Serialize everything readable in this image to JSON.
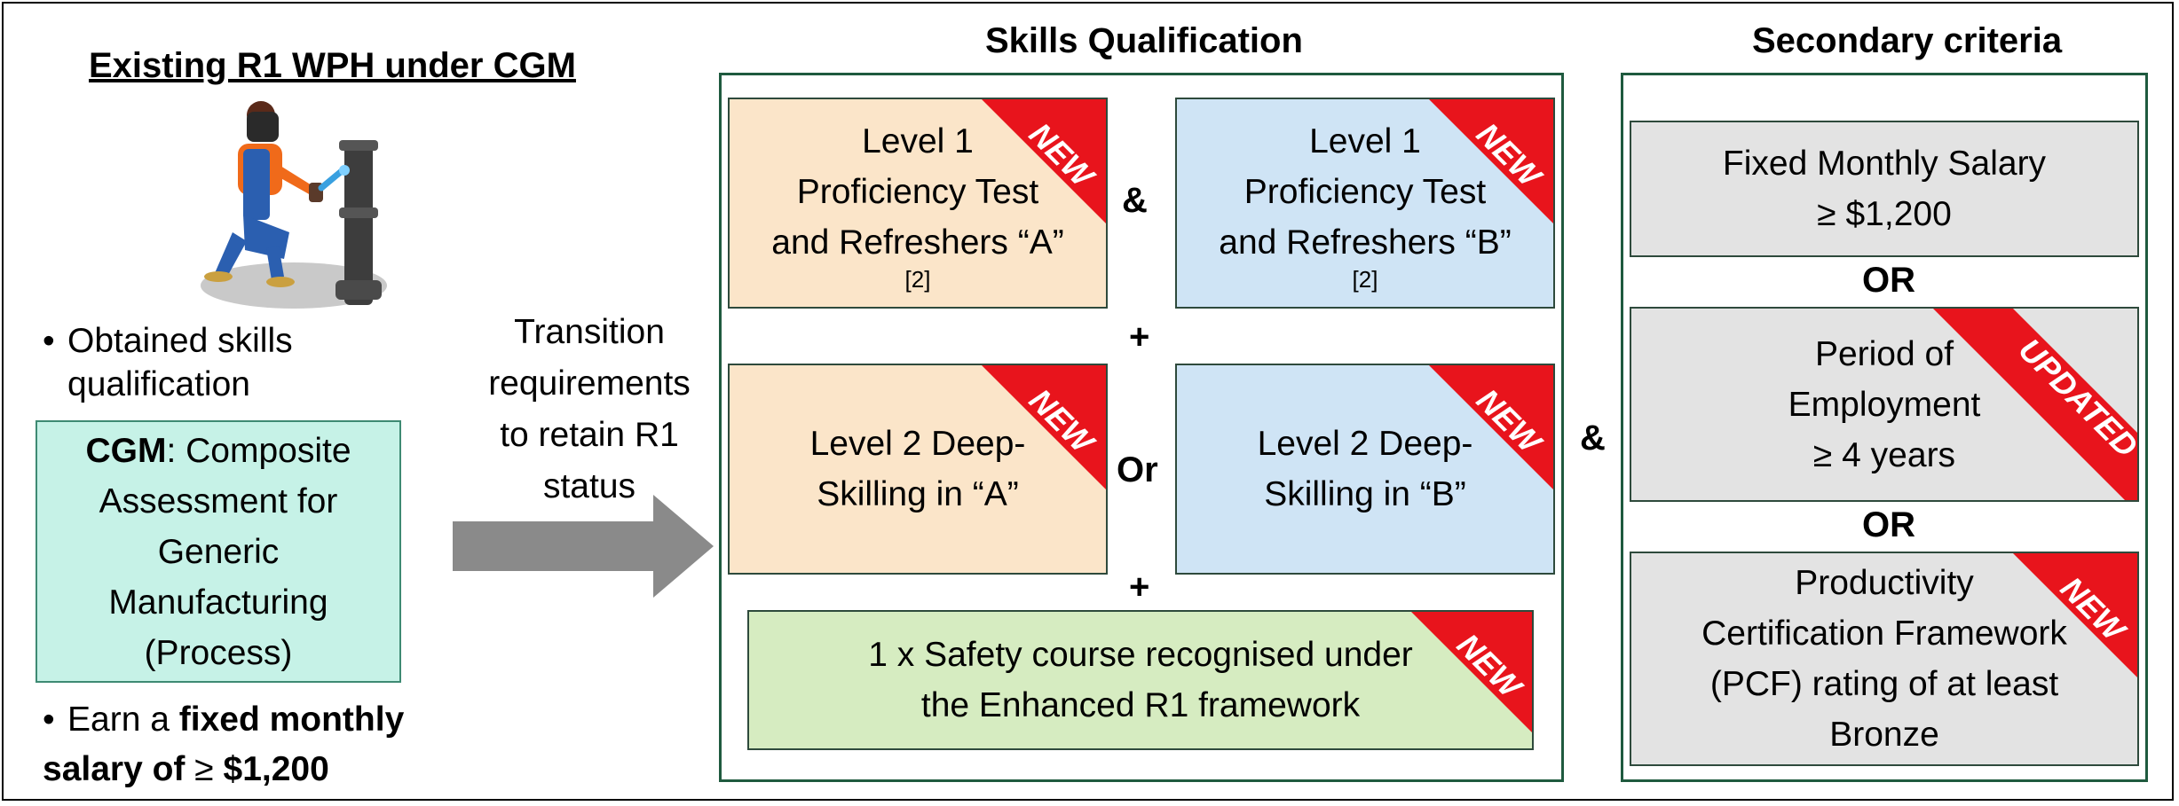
{
  "left": {
    "title": "Existing R1 WPH under CGM",
    "bullet1_line1": "Obtained skills",
    "bullet1_line2": "qualification",
    "cgm_bold": "CGM",
    "cgm_rest": ": Composite",
    "cgm_line2": "Assessment for",
    "cgm_line3": "Generic",
    "cgm_line4": "Manufacturing",
    "cgm_line5": "(Process)",
    "bullet2_prefix": "Earn a ",
    "bullet2_bold1": "fixed monthly",
    "bullet2_bold2": "salary of ",
    "bullet2_sym": "≥",
    "bullet2_bold3": " $1,200",
    "bullet_char": "•"
  },
  "transition": {
    "lines": [
      "Transition",
      "requirements",
      "to retain R1",
      "status"
    ]
  },
  "skills": {
    "title": "Skills Qualification",
    "l1a": [
      "Level 1",
      "Proficiency Test",
      "and Refreshers “A”"
    ],
    "l1a_ref": "[2]",
    "l1b": [
      "Level 1",
      "Proficiency Test",
      "and Refreshers “B”"
    ],
    "l1b_ref": "[2]",
    "l2a": [
      "Level 2 Deep-",
      "Skilling in “A”"
    ],
    "l2b": [
      "Level 2 Deep-",
      "Skilling in “B”"
    ],
    "safety": [
      "1 x Safety course recognised under",
      "the Enhanced R1 framework"
    ],
    "op_and": "&",
    "op_plus1": "+",
    "op_or": "Or",
    "op_plus2": "+"
  },
  "between_and": "&",
  "secondary": {
    "title": "Secondary criteria",
    "salary": [
      "Fixed Monthly Salary",
      "≥ $1,200"
    ],
    "or1": "OR",
    "period": [
      "Period of",
      "Employment",
      "≥ 4 years"
    ],
    "or2": "OR",
    "pcf": [
      "Productivity",
      "Certification Framework",
      "(PCF) rating of at least",
      "Bronze"
    ]
  },
  "ribbons": {
    "new": "NEW",
    "updated": "UPDATED",
    "color": "#e8141c"
  },
  "colors": {
    "orange_card": "#fbe5c9",
    "blue_card": "#cfe4f5",
    "green_card": "#d6ecc1",
    "grey_card": "#e3e3e3",
    "cgm_box": "#c6f2e7",
    "frame_green": "#1f5a3f",
    "arrow": "#8a8a8a"
  }
}
